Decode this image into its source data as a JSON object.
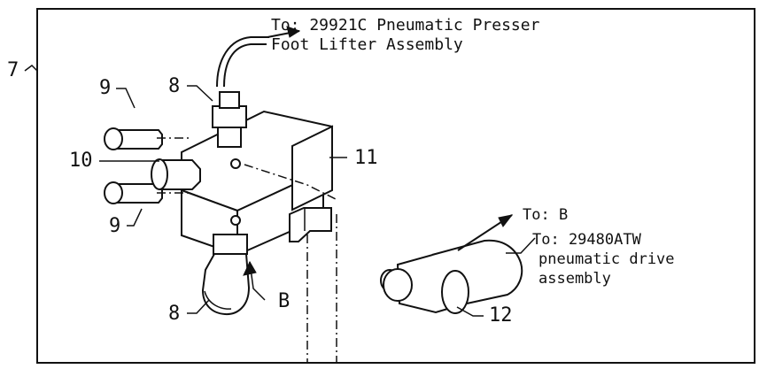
{
  "labels": {
    "callout_7": "7",
    "callout_8_top": "8",
    "callout_9_top": "9",
    "callout_10": "10",
    "callout_9_bottom": "9",
    "callout_8_bottom": "8",
    "callout_11": "11",
    "callout_B": "B",
    "callout_12": "12",
    "top_note_line1": "To: 29921C Pneumatic Presser",
    "top_note_line2": "Foot Lifter Assembly",
    "right_to_b": "To: B",
    "right_to_line1": "To: 29480ATW",
    "right_to_line2": "pneumatic drive",
    "right_to_line3": "assembly"
  }
}
